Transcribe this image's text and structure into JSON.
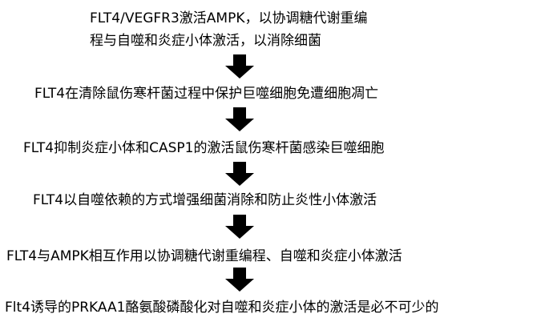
{
  "steps": [
    {
      "line1": "FLT4/VEGFR3激活AMPK，以协调糖代谢重编",
      "line2": "程与自噬和炎症小体激活，以消除细菌"
    },
    {
      "text": "FLT4在清除鼠伤寒杆菌过程中保护巨噬细胞免遭细胞凋亡"
    },
    {
      "text": "FLT4抑制炎症小体和CASP1的激活鼠伤寒杆菌感染巨噬细胞"
    },
    {
      "text": "FLT4以自噬依赖的方式增强细菌消除和防止炎性小体激活"
    },
    {
      "text": "FLT4与AMPK相互作用以协调糖代谢重编程、自噬和炎症小体激活"
    },
    {
      "text": "Flt4诱导的PRKAA1酪氨酸磷酸化对自噬和炎症小体的激活是必不可少的"
    }
  ],
  "arrow_color": "#000000",
  "arrow_icon": "down-arrow-icon"
}
